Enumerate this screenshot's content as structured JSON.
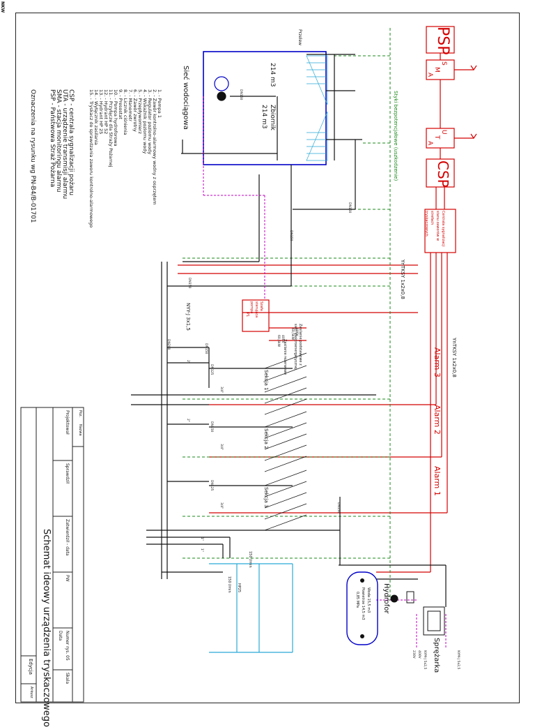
{
  "corner_mark": "NKW",
  "fire": {
    "psp": "PSP",
    "sma": [
      "S",
      "M",
      "A"
    ],
    "uta": [
      "U",
      "T",
      "A"
    ],
    "csp": "CSP",
    "annunciator": "Centrala sygnalizacji stanu zaworów w strefach tryskaczowych"
  },
  "lines": {
    "dry_contacts": "Styki bezpotencjałowe (uszkodzenie)",
    "cable_1": "YnTKSY 1x2x0,8",
    "cable_2": "YnTKSY 1x2x0,8",
    "nyy": "NYY-J  3x1,5",
    "alarm_1": "Alarm 1",
    "alarm_2": "Alarm 2",
    "alarm_3": "Alarm 3"
  },
  "tank": {
    "name": "Zbiornik",
    "vol_a": "214 m3",
    "vol_b": "214 m3",
    "overflow": "Przelew",
    "supply": "Sieć wodociągowa"
  },
  "control": {
    "title": "Szafa sterująca pompa",
    "sub": "P1",
    "supply_1": "Zasilanie podstawowe z sieci elektroenergetycznej",
    "supply_2": "Zasilanie rezerwowe",
    "v1": "400V",
    "p1": "60,5kW",
    "v2": "400V",
    "p2": "60,5kW"
  },
  "sections": [
    "Sekcja 1",
    "Sekcja 2",
    "Sekcja 3"
  ],
  "pipe_sizes": [
    "DN150",
    "DN150",
    "DN150",
    "DN200",
    "DN150",
    "DN125",
    "DN150",
    "DN125",
    "DN150",
    "DN150",
    "3/4\"",
    "3/4\"",
    "3/4\"",
    "2\"",
    "1\"",
    "2\"",
    "1\""
  ],
  "hydro": {
    "name": "Hydrofor",
    "volume": "Woda 15,5 m3",
    "air": "Powietrze 14,5 m3",
    "pressure": "0,85 MPa"
  },
  "compressor": {
    "name": "Sprężarka",
    "cable_a": "NYM-J 5x2,5",
    "cable_b": "NYM-J 5x2,5",
    "v": "400V",
    "v2": "230V"
  },
  "hydrants": {
    "flow_1": "150 l/min",
    "flow_2": "150 l/min",
    "tag": "HP25"
  },
  "legend": {
    "items": [
      "1. - Pompa 1",
      "2. - Zawór kontrolno-alarmowy wodny z osprzętem",
      "3. - Regulator poziomu wody",
      "4. - Wskaźnik poziomu wody",
      "5. - Przepływomierz",
      "6. - Zawór zwrotny",
      "7. - Manometr",
      "8. - Licznik ciśnienia",
      "9. - Presostat",
      "10. - Pompa hydroforowa",
      "11. - Przyłącze dla Straży Pożarnej",
      "12. - Hydrant HP 52",
      "13. - Hydrant HP 25",
      "14. - Wyłącznik zasilania",
      "15. - Tryskacz do sprawdzania zaworu kontrolno-alarmowego"
    ],
    "abbreviations": [
      "CSP - centrala sygnalizacji pożaru",
      "UTA - urządzenie transmisji alarmu",
      "SMA - stacja monitoringu alarmu",
      "PSP - Państwowa Straż Pożarna"
    ],
    "note": "Oznaczenia na rysunku wg PN-B4/B-01701"
  },
  "title_block": {
    "title": "Schemat ideowy urządzenia tryskaczowego",
    "poz": "Poz.",
    "uwagi": "Nazwa",
    "projektowal": "Projektował",
    "sprawdzil": "Sprawdził",
    "zatwierdzil": "Zatwierdził - data",
    "pw": "PW",
    "numer": "Numer rys. 05",
    "data": "Data",
    "skala": "Skala",
    "edycja": "Edycja",
    "arkusz": "Arkusz"
  },
  "colors": {
    "fire_alarm": "#d40000",
    "signal": "#1a8a1a",
    "tank_wall": "#0000c8",
    "hydrant_pipe": "#29a9d6",
    "electric": "#c000c0",
    "pipe": "#111111"
  }
}
